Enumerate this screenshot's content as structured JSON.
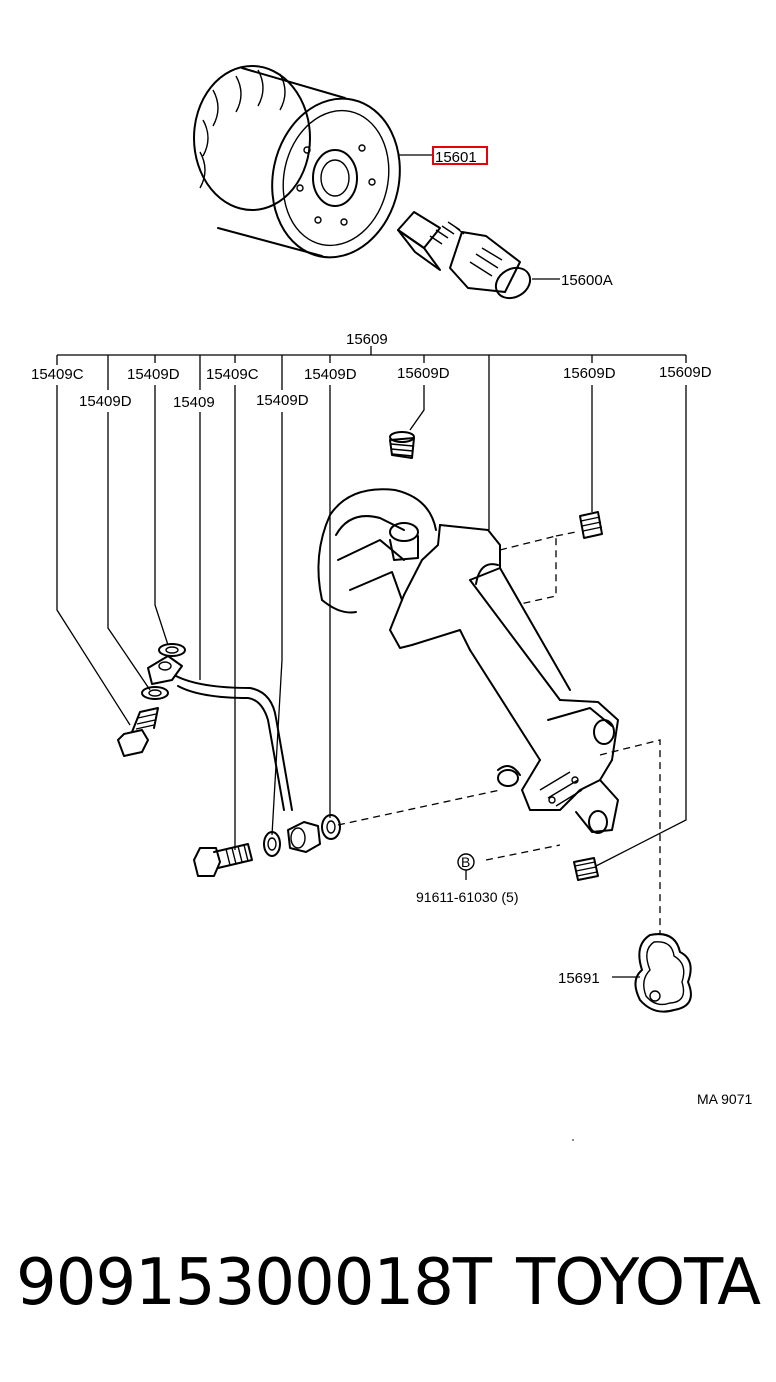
{
  "labels": {
    "filter": "15601",
    "union_bolt": "15600A",
    "cooler_assy": "15609",
    "l1": "15409C",
    "l2": "15409D",
    "l3": "15409C",
    "l4": "15409D",
    "l5": "15609D",
    "l6": "15609D",
    "l7": "15609D",
    "l8": "15409D",
    "l9": "15409",
    "l10": "15409D",
    "bolt_ref_marker": "B",
    "bolt_ref": "91611-61030 (5)",
    "gasket": "15691",
    "diagram_code": "MA 9071"
  },
  "highlight_color": "#e8000b",
  "footer": {
    "part_number": "90915300018T",
    "brand": "TOYOTA"
  }
}
